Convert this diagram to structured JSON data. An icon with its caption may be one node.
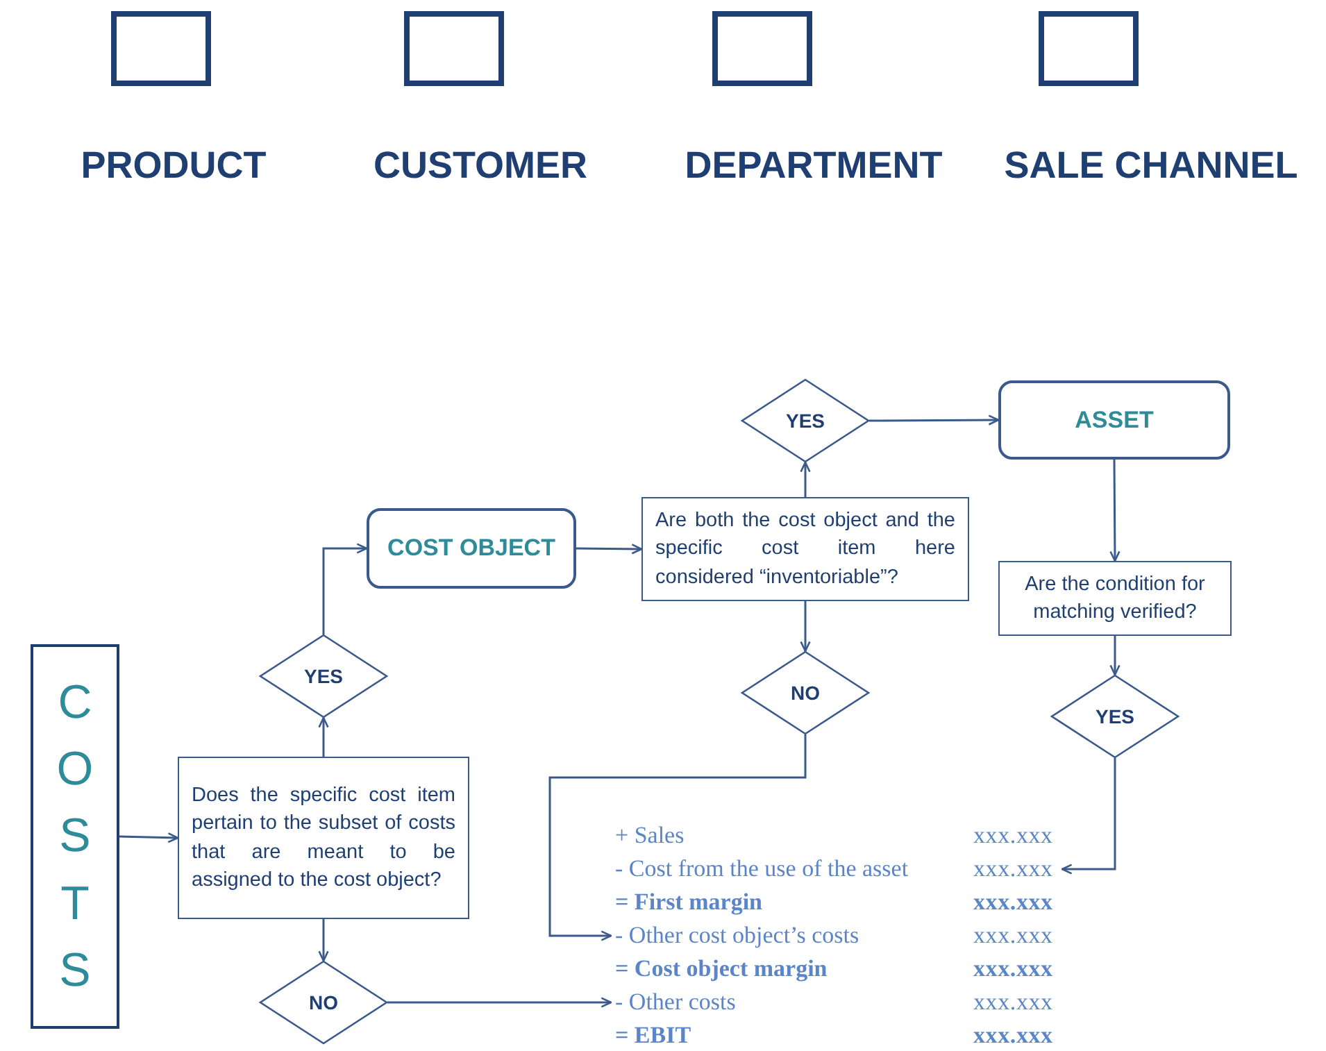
{
  "diagram": {
    "nodes": [
      {
        "text": [
          "PRODUCT"
        ]
      },
      {
        "text": [
          "CUSTOMER"
        ]
      },
      {
        "text": [
          "DEPARTMENT"
        ]
      },
      {
        "text": [
          "SALE CHANNEL"
        ]
      },
      {
        "text": [
          "COSTS"
        ]
      },
      {
        "text": [
          "Does the specific cost item pertain to the subset of costs that are meant to be assigned to the cost object?"
        ]
      },
      {
        "text": [
          "YES"
        ]
      },
      {
        "text": [
          "NO"
        ]
      },
      {
        "text": [
          "COST OBJECT"
        ]
      },
      {
        "text": [
          "Are both the cost  object and the specific cost item here considered “inventoriable”?"
        ]
      },
      {
        "text": [
          "YES"
        ]
      },
      {
        "text": [
          "NO"
        ]
      },
      {
        "text": [
          "ASSET"
        ]
      },
      {
        "text": [
          "Are the condition for matching verified?"
        ]
      },
      {
        "text": [
          "YES"
        ]
      },
      {
        "text": [
          "+ Sales",
          "xxx.xxx"
        ]
      },
      {
        "text": [
          "- Cost from the use of the asset",
          "xxx.xxx"
        ]
      },
      {
        "text": [
          "= First margin",
          "xxx.xxx"
        ]
      },
      {
        "text": [
          "- Other cost object’s costs",
          "xxx.xxx"
        ]
      },
      {
        "text": [
          "= Cost object margin",
          "xxx.xxx"
        ]
      },
      {
        "text": [
          "- Other costs",
          "xxx.xxx"
        ]
      },
      {
        "text": [
          "= EBIT",
          "xxx.xxx"
        ]
      }
    ],
    "edges": [
      {
        "from": 4,
        "to": 5,
        "arrow": "to"
      },
      {
        "from": 5,
        "to": 6,
        "arrow": "to"
      },
      {
        "from": 5,
        "to": 7,
        "arrow": "to"
      },
      {
        "from": 6,
        "to": 8,
        "arrow": "to"
      },
      {
        "from": 8,
        "to": 9,
        "arrow": "to"
      },
      {
        "from": 9,
        "to": 10,
        "arrow": "to"
      },
      {
        "from": 9,
        "to": 11,
        "arrow": "to"
      },
      {
        "from": 10,
        "to": 12,
        "arrow": "to"
      },
      {
        "from": 12,
        "to": 13,
        "arrow": "to"
      },
      {
        "from": 13,
        "to": 14,
        "arrow": "to"
      },
      {
        "from": 14,
        "to": 16,
        "arrow": "to"
      },
      {
        "from": 11,
        "to": 18,
        "arrow": "to"
      },
      {
        "from": 7,
        "to": 20,
        "arrow": "to"
      }
    ]
  }
}
